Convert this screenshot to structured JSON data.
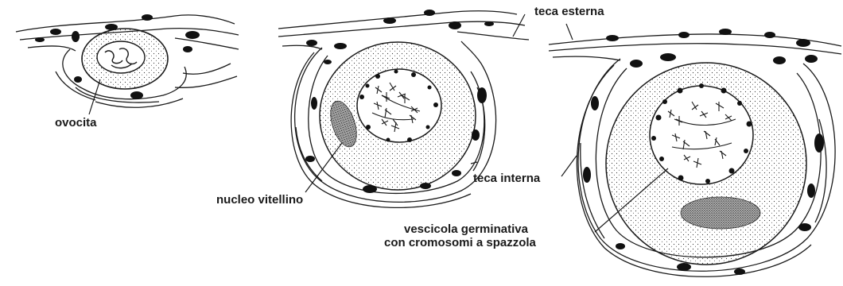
{
  "labels": {
    "teca_esterna": "teca esterna",
    "ovocita": "ovocita",
    "teca_interna": "teca interna",
    "nucleo_vitellino": "nucleo vitellino",
    "vescicola_line1": "vescicola germinativa",
    "vescicola_line2": "con cromosomi a spazzola"
  },
  "colors": {
    "ink": "#1a1a1a",
    "background": "#ffffff"
  }
}
